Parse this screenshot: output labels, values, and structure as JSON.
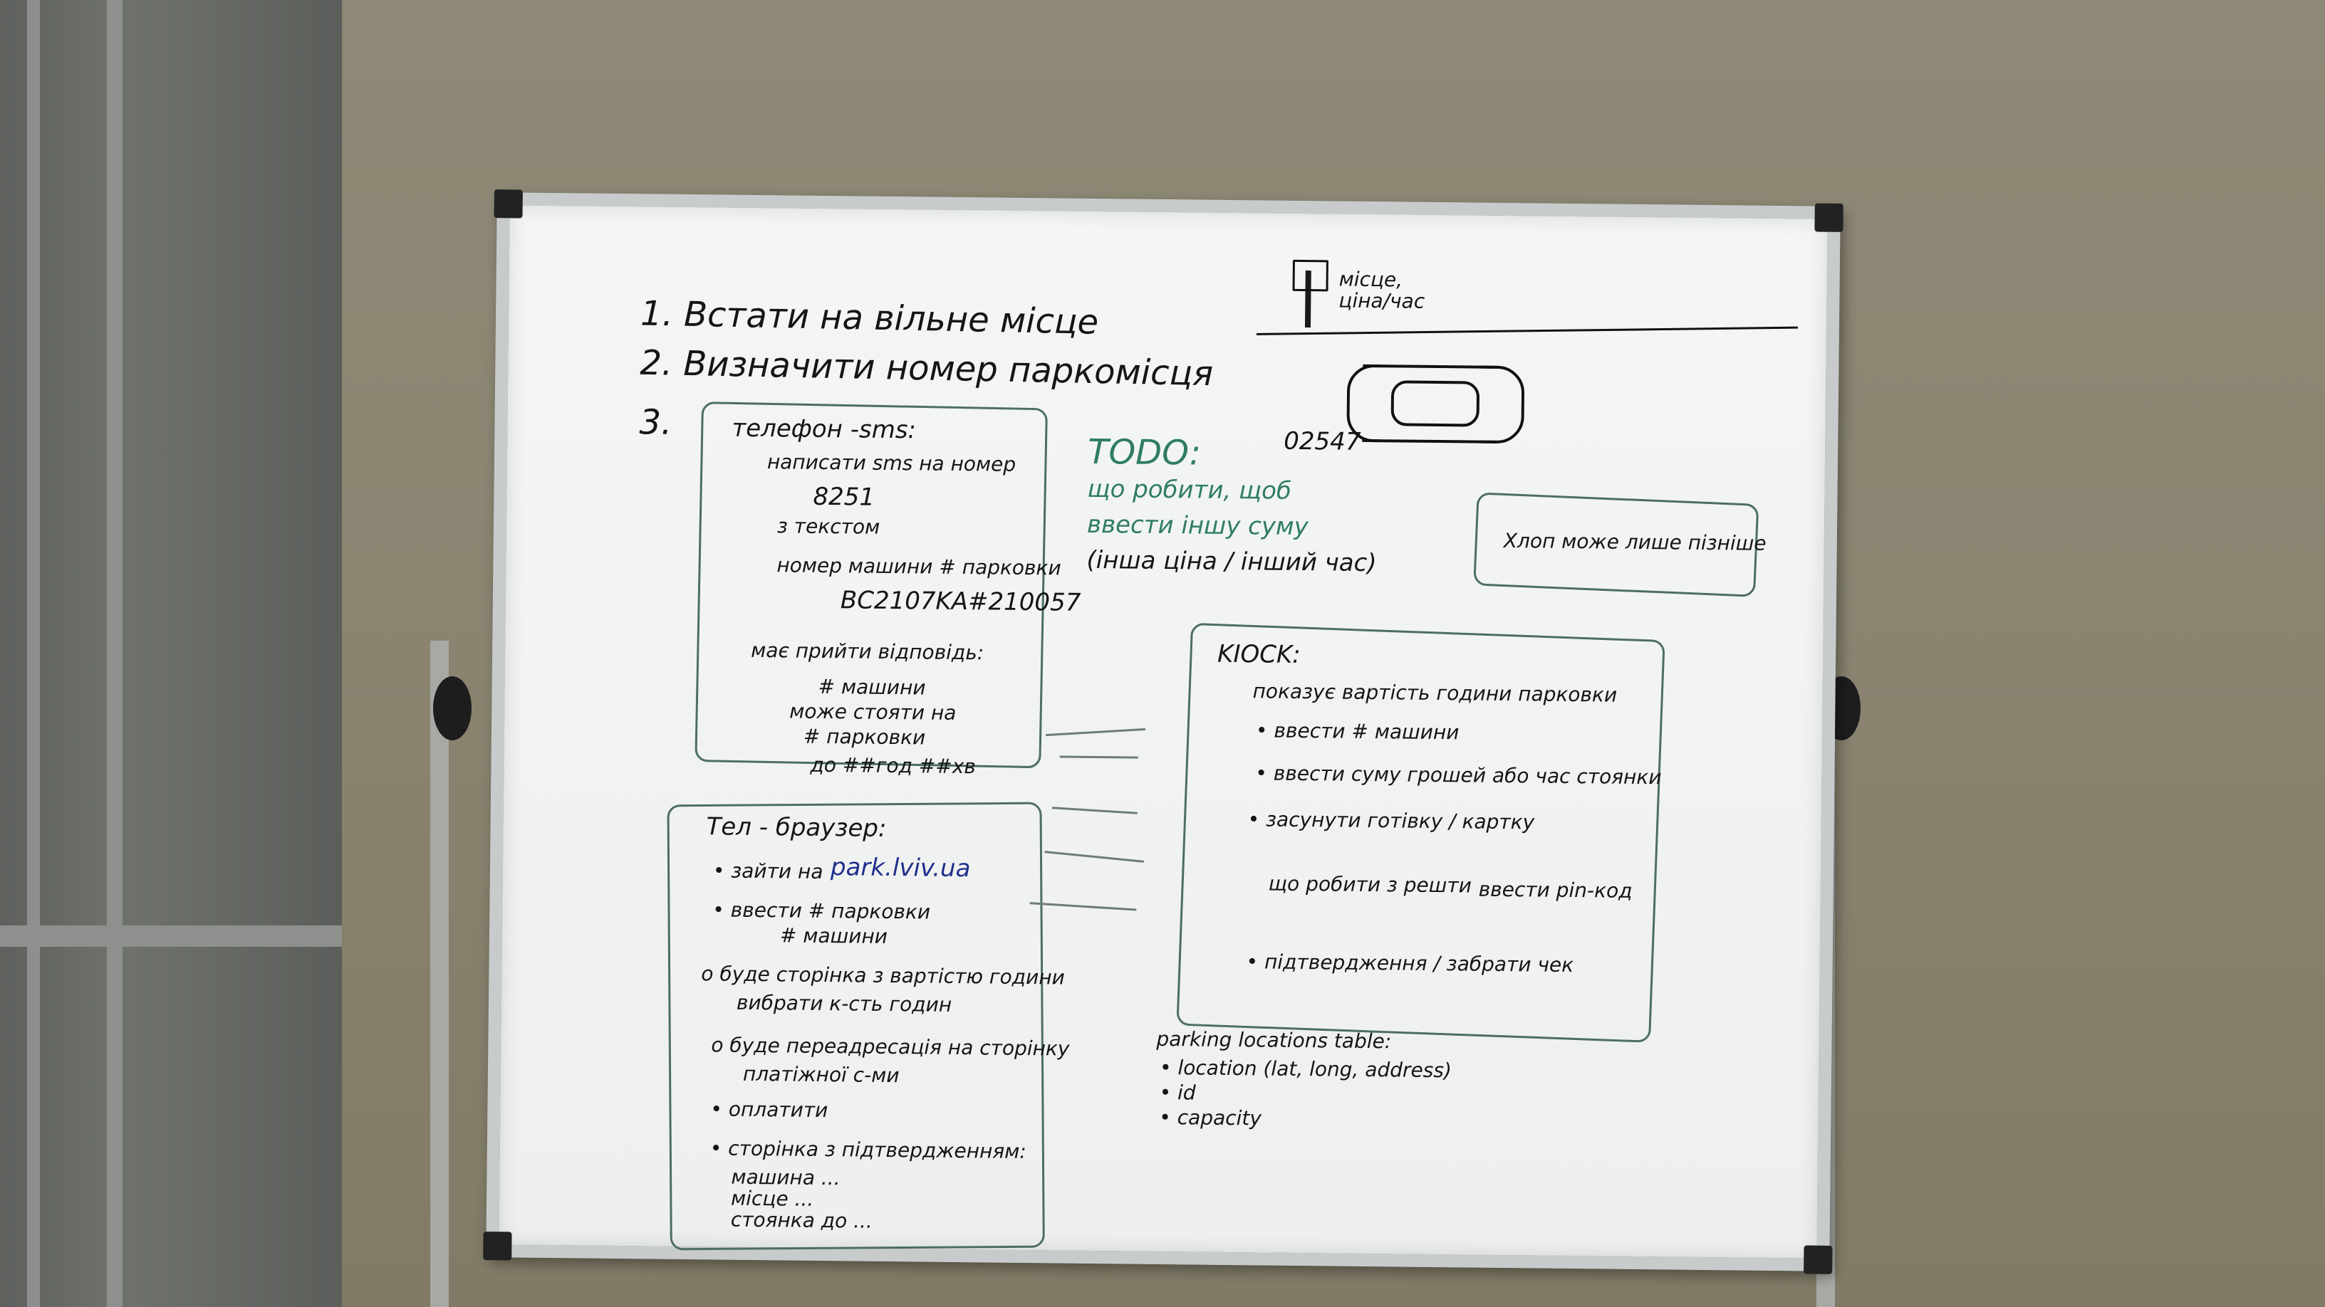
{
  "title_lines": [
    "1. Встати на вільне місце",
    "2. Визначити номер паркомісця",
    "3."
  ],
  "sign_labels": [
    "місце,",
    "ціна/час"
  ],
  "spot_number": "02547",
  "phone_sms": {
    "title": "телефон -sms:",
    "lines": [
      "написати sms на номер",
      "8251",
      "з текстом",
      "номер машини # парковки",
      "BC2107KA#210057",
      "має прийти відповідь:",
      "# машини",
      "може стояти на",
      "# парковки",
      "до ##год ##хв"
    ]
  },
  "todo": {
    "title": "TODO:",
    "lines": [
      "що робити, щоб",
      "ввести іншу суму",
      "(інша ціна / інший час)"
    ]
  },
  "note_box": "Хлоп може лише пізніше",
  "kiosk": {
    "title": "KIOCK:",
    "lines": [
      "показує вартість години парковки",
      "• ввести # машини",
      "• ввести суму грошей або час стоянки",
      "• засунути готівку / картку",
      "що робити з решти",
      "ввести pin-код",
      "• підтвердження / забрати чек"
    ]
  },
  "browser": {
    "title": "Тел - браузер:",
    "lines": [
      "• зайти на",
      "park.lviv.ua",
      "• ввести # парковки",
      "# машини",
      "o буде сторінка з вартістю години",
      "вибрати к-сть годин",
      "o буде переадресація на сторінку",
      "платіжної с-ми",
      "• оплатити",
      "• сторінка з підтвердженням:",
      "машина ...",
      "місце ...",
      "стоянка до ..."
    ]
  },
  "parking_table": {
    "title": "parking locations table:",
    "items": [
      "• location (lat, long, address)",
      "• id",
      "• capacity"
    ]
  },
  "colors": {
    "ink_black": "#151515",
    "ink_green": "#2f7d63",
    "ink_blue": "#1f2f8a"
  }
}
